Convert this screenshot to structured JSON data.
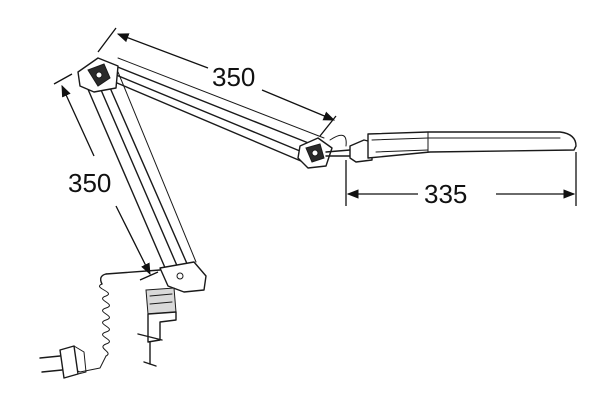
{
  "dimensions": {
    "upper_arm": "350",
    "lower_arm": "350",
    "head_length": "335"
  },
  "colors": {
    "line": "#1a1a1a",
    "background": "#ffffff"
  }
}
